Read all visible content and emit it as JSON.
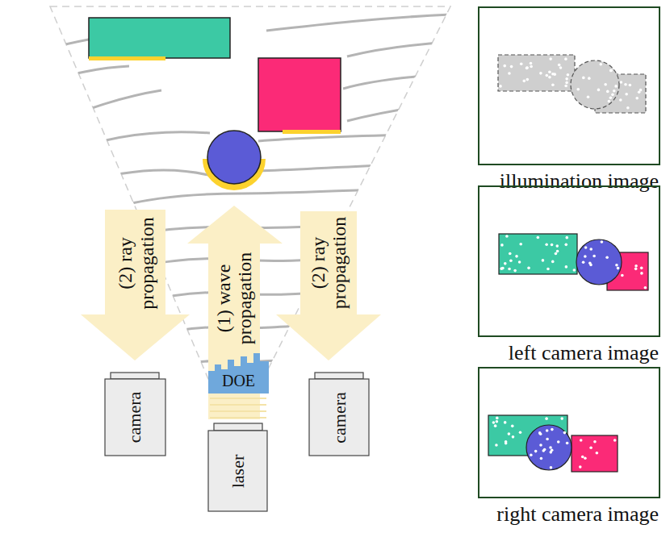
{
  "diagram": {
    "nodes": [
      {
        "text": [
          "(2) ray propagation"
        ]
      },
      {
        "text": [
          "(1) wave propagation"
        ]
      },
      {
        "text": [
          "(2) ray propagation"
        ]
      },
      {
        "text": [
          "DOE"
        ]
      },
      {
        "text": [
          "camera"
        ]
      },
      {
        "text": [
          "laser"
        ]
      },
      {
        "text": [
          "camera"
        ]
      },
      {
        "text": [
          "illumination image"
        ]
      },
      {
        "text": [
          "left camera image"
        ]
      },
      {
        "text": [
          "right camera image"
        ]
      }
    ]
  }
}
